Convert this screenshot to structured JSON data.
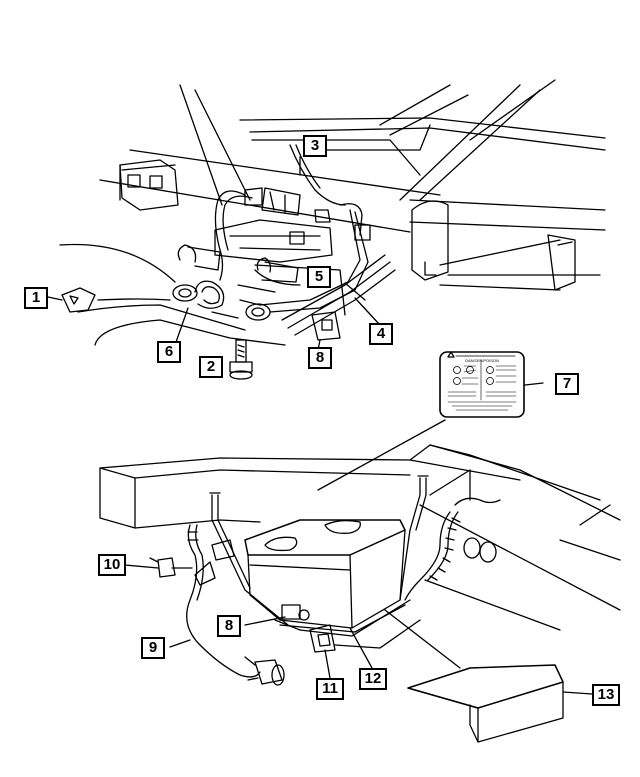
{
  "callouts": {
    "c1": "1",
    "c2": "2",
    "c3": "3",
    "c4": "4",
    "c5": "5",
    "c6": "6",
    "c7": "7",
    "c8a": "8",
    "c8b": "8",
    "c9": "9",
    "c10": "10",
    "c11": "11",
    "c12": "12",
    "c13": "13"
  },
  "warning_label": {
    "heading": "DANGER/POISON",
    "symbol": "warning-triangle-icon"
  },
  "colors": {
    "line": "#000000",
    "background": "#ffffff"
  }
}
